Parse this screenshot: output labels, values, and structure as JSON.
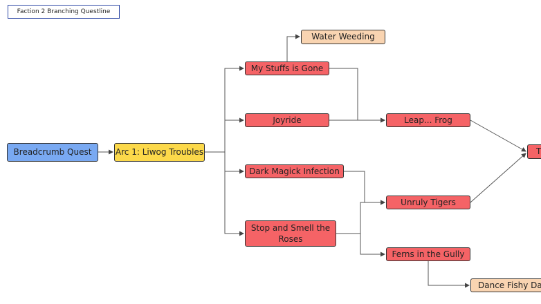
{
  "diagram": {
    "title": "Faction 2 Branching Questline",
    "nodes": {
      "breadcrumb": {
        "label": "Breadcrumb Quest",
        "color": "#79a9f2"
      },
      "arc1": {
        "label": "Arc 1: Liwog Troubles",
        "color": "#fcd94a"
      },
      "water_weeding": {
        "label": "Water Weeding",
        "color": "#f9d4b1"
      },
      "my_stuffs": {
        "label": "My Stuffs is Gone",
        "color": "#f56366"
      },
      "joyride": {
        "label": "Joyride",
        "color": "#f56366"
      },
      "dark_magick": {
        "label": "Dark Magick Infection",
        "color": "#f56366"
      },
      "stop_smell": {
        "label": "Stop and Smell the Roses",
        "color": "#f56366"
      },
      "leap_frog": {
        "label": "Leap... Frog",
        "color": "#f56366"
      },
      "unruly_tigers": {
        "label": "Unruly Tigers",
        "color": "#f56366"
      },
      "ferns": {
        "label": "Ferns in the Gully",
        "color": "#f56366"
      },
      "dance_fishy": {
        "label": "Dance Fishy Dar",
        "color": "#f9d4b1"
      },
      "offscreen_right": {
        "label": "T",
        "color": "#f56366"
      }
    },
    "edges": [
      [
        "breadcrumb",
        "arc1"
      ],
      [
        "arc1",
        "my_stuffs"
      ],
      [
        "arc1",
        "joyride"
      ],
      [
        "arc1",
        "dark_magick"
      ],
      [
        "arc1",
        "stop_smell"
      ],
      [
        "my_stuffs",
        "water_weeding"
      ],
      [
        "my_stuffs",
        "leap_frog"
      ],
      [
        "joyride",
        "leap_frog"
      ],
      [
        "dark_magick",
        "unruly_tigers"
      ],
      [
        "stop_smell",
        "unruly_tigers"
      ],
      [
        "stop_smell",
        "ferns"
      ],
      [
        "ferns",
        "dance_fishy"
      ],
      [
        "leap_frog",
        "offscreen_right"
      ],
      [
        "unruly_tigers",
        "offscreen_right"
      ]
    ]
  }
}
